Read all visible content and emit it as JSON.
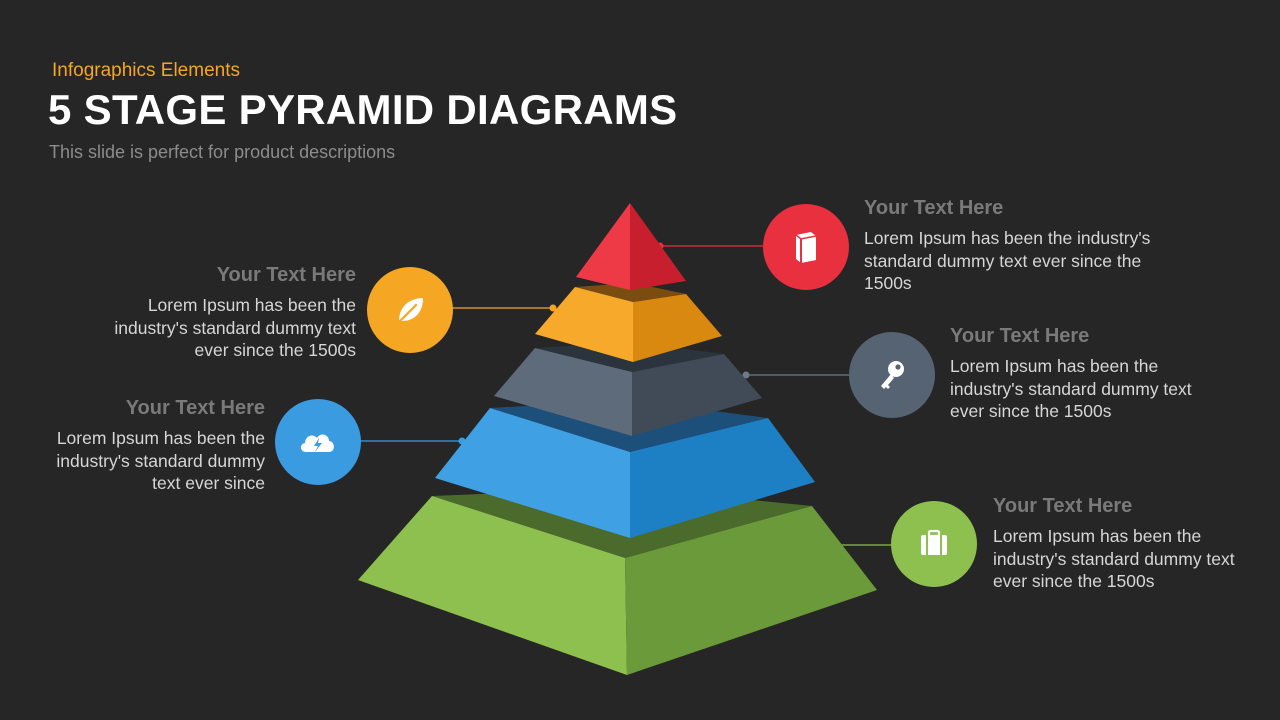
{
  "header": {
    "eyebrow": "Infographics Elements",
    "title": "5 STAGE PYRAMID DIAGRAMS",
    "subtitle": "This slide is perfect for product descriptions"
  },
  "colors": {
    "background": "#262626",
    "stage1": "#e8303f",
    "stage2": "#f5a623",
    "stage3": "#556373",
    "stage4": "#3b9be0",
    "stage5": "#8dc04f"
  },
  "stages": [
    {
      "id": 1,
      "heading": "Your Text Here",
      "body": "Lorem Ipsum has been the industry's standard dummy text ever since the 1500s",
      "icon": "book-icon",
      "color": "#e8303f",
      "side": "right"
    },
    {
      "id": 2,
      "heading": "Your Text Here",
      "body": "Lorem Ipsum has been the industry's standard dummy text ever since the 1500s",
      "icon": "leaf-icon",
      "color": "#f5a623",
      "side": "left"
    },
    {
      "id": 3,
      "heading": "Your Text Here",
      "body": "Lorem Ipsum has been the industry's standard dummy text ever since the 1500s",
      "icon": "key-icon",
      "color": "#556373",
      "side": "right"
    },
    {
      "id": 4,
      "heading": "Your Text Here",
      "body": "Lorem Ipsum has been the industry's standard dummy text ever since",
      "icon": "cloud-lightning-icon",
      "color": "#3b9be0",
      "side": "left"
    },
    {
      "id": 5,
      "heading": "Your Text Here",
      "body": "Lorem Ipsum has been the industry's standard dummy text ever since the 1500s",
      "icon": "briefcase-icon",
      "color": "#8dc04f",
      "side": "right"
    }
  ]
}
